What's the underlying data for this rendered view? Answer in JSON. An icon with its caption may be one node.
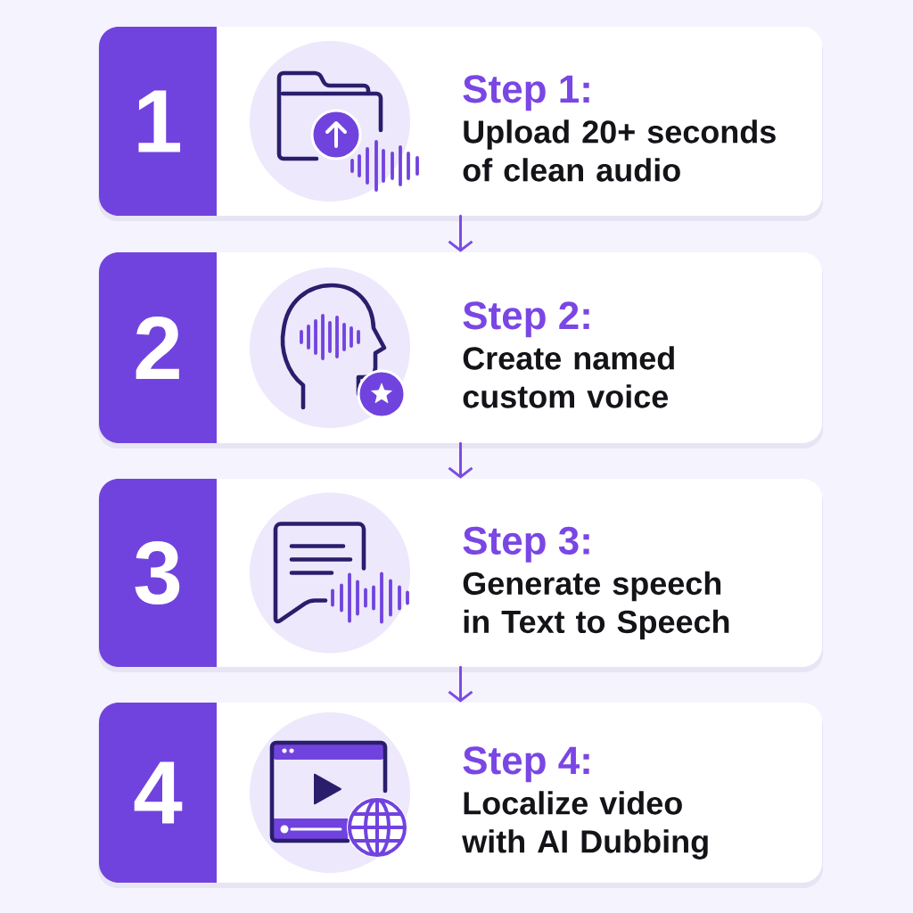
{
  "diagram": {
    "nodes": [
      {
        "text": [
          "Step 1:",
          "Upload 20+ seconds of clean audio"
        ]
      },
      {
        "text": [
          "1"
        ],
        "in": 0
      },
      {
        "text": [
          "Step 2:",
          "Create named custom voice"
        ]
      },
      {
        "text": [
          "2"
        ],
        "in": 2
      },
      {
        "text": [
          "Step 3:",
          "Generate speech in Text to Speech"
        ]
      },
      {
        "text": [
          "3"
        ],
        "in": 4
      },
      {
        "text": [
          "Step 4:",
          "Localize video with AI Dubbing"
        ]
      },
      {
        "text": [
          "4"
        ],
        "in": 6
      }
    ],
    "edges": [
      {
        "from": 0,
        "to": 2,
        "arrow": "to"
      },
      {
        "from": 2,
        "to": 4,
        "arrow": "to"
      },
      {
        "from": 4,
        "to": 6,
        "arrow": "to"
      }
    ]
  }
}
